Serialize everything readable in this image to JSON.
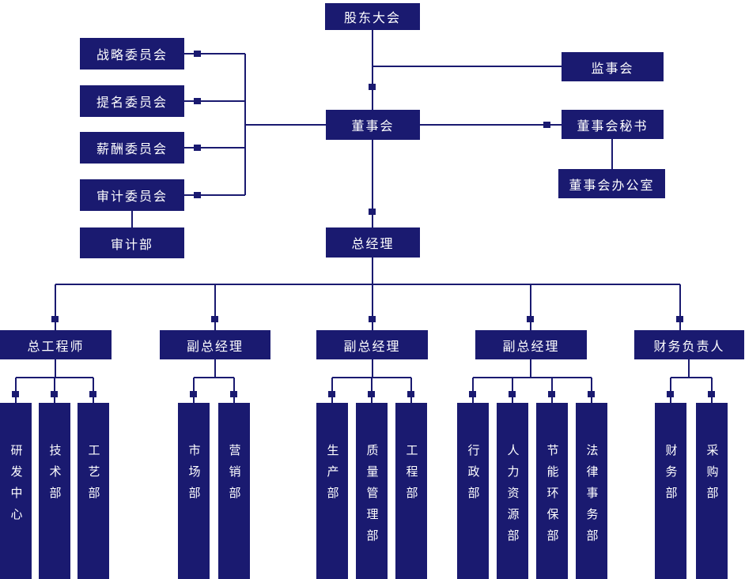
{
  "colors": {
    "node_bg": "#1a1a70",
    "node_text": "#ffffff",
    "connector": "#1a1a70"
  },
  "nodes": {
    "shareholders": "股东大会",
    "supervisory_board": "监事会",
    "board": "董事会",
    "board_secretary": "董事会秘书",
    "board_office": "董事会办公室",
    "general_manager": "总经理",
    "committees": [
      "战略委员会",
      "提名委员会",
      "薪酬委员会",
      "审计委员会"
    ],
    "audit_department": "审计部",
    "executives": [
      "总工程师",
      "副总经理",
      "副总经理",
      "副总经理",
      "财务负责人"
    ],
    "department_groups": [
      [
        "研发中心",
        "技术部",
        "工艺部"
      ],
      [
        "市场部",
        "营销部"
      ],
      [
        "生产部",
        "质量管理部",
        "工程部"
      ],
      [
        "行政部",
        "人力资源部",
        "节能环保部",
        "法律事务部"
      ],
      [
        "财务部",
        "采购部"
      ]
    ]
  }
}
